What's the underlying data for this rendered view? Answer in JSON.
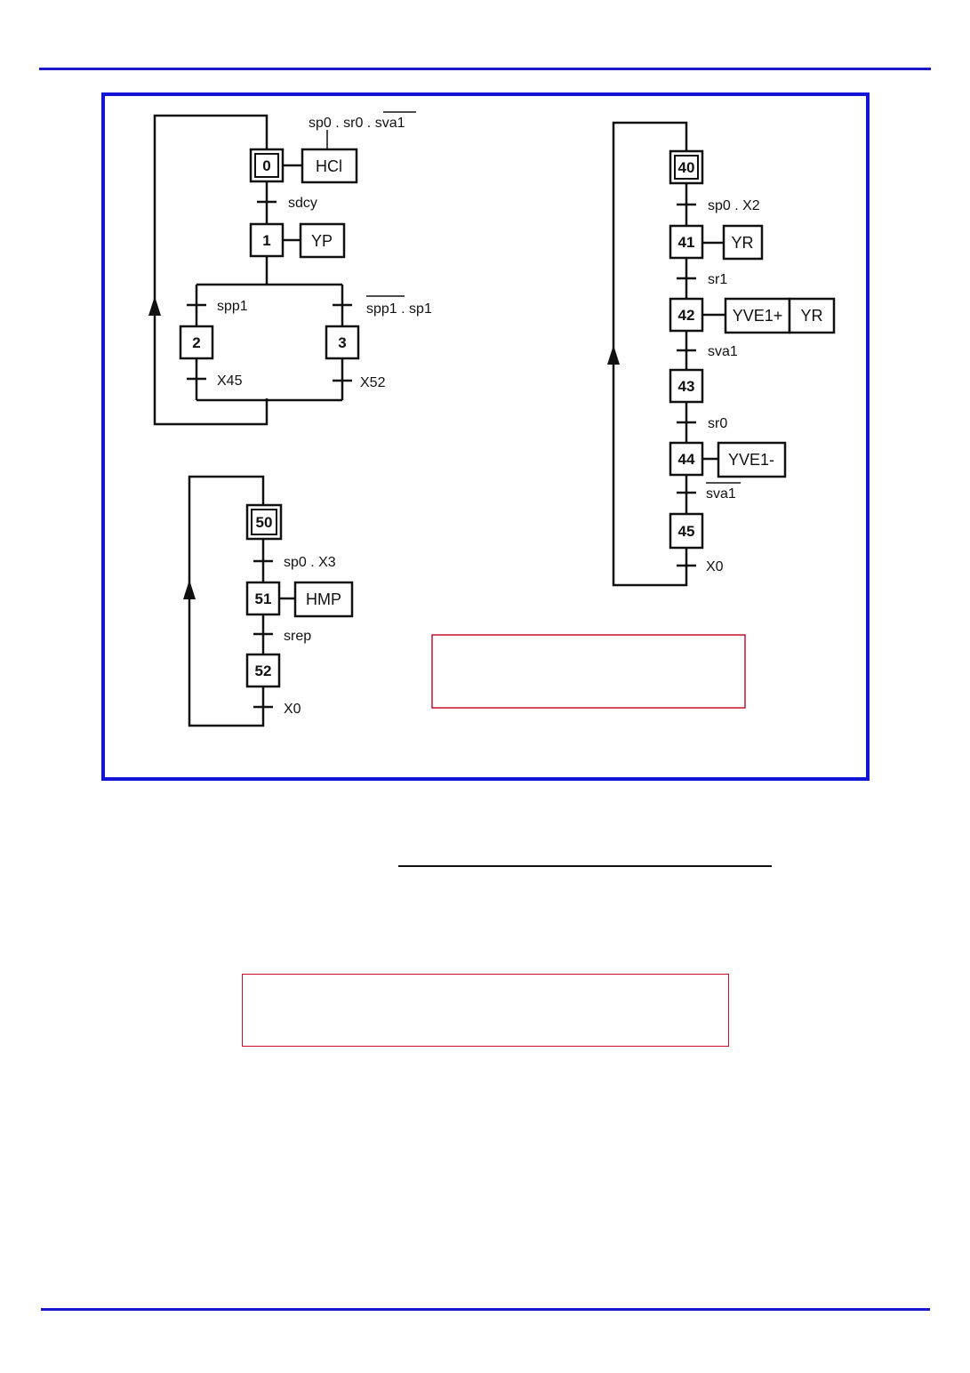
{
  "colors": {
    "rule": "#1a1acc",
    "frame": "#1414d8",
    "answer_box": "#c8102e",
    "ink": "#111111"
  },
  "grafcet_main": {
    "step_0": "0",
    "step_1": "1",
    "step_2": "2",
    "step_3": "3",
    "action_0": "HCl",
    "action_1": "YP",
    "label_cond_0_a": "sp0 . sr0 . ",
    "label_cond_0_b": "sva1",
    "label_t01": "sdcy",
    "label_t12": "spp1",
    "label_t13_a": "spp1",
    "label_t13_b": " . sp1",
    "label_t2": "X45",
    "label_t3": "X52"
  },
  "grafcet_right": {
    "step_40": "40",
    "step_41": "41",
    "step_42": "42",
    "step_43": "43",
    "step_44": "44",
    "step_45": "45",
    "action_41": "YR",
    "action_42a": "YVE1+",
    "action_42b": "YR",
    "action_44": "YVE1-",
    "label_t40": "sp0 . X2",
    "label_t41": "sr1",
    "label_t42": "sva1",
    "label_t43": "sr0",
    "label_t44": "sva1",
    "label_t45": "X0"
  },
  "grafcet_bottom": {
    "step_50": "50",
    "step_51": "51",
    "step_52": "52",
    "action_51": "HMP",
    "label_t50": "sp0 . X3",
    "label_t51": "srep",
    "label_t52": "X0"
  }
}
